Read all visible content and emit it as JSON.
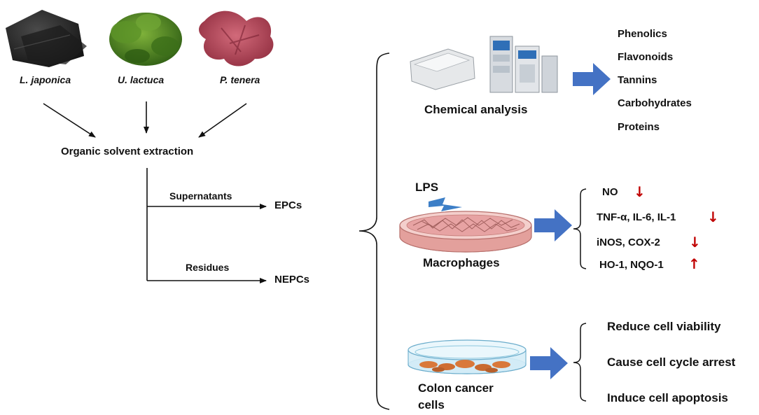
{
  "species": {
    "l_japonica": "L. japonica",
    "u_lactuca": "U. lactuca",
    "p_tenera": "P. tenera"
  },
  "extraction": {
    "label": "Organic solvent extraction",
    "supernatants": "Supernatants",
    "residues": "Residues",
    "epcs": "EPCs",
    "nepcs": "NEPCs"
  },
  "chemical": {
    "label": "Chemical analysis",
    "items": [
      "Phenolics",
      "Flavonoids",
      "Tannins",
      "Carbohydrates",
      "Proteins"
    ]
  },
  "macrophage": {
    "stimulus": "LPS",
    "label": "Macrophages",
    "effects": [
      {
        "text": "NO",
        "direction": "down"
      },
      {
        "text": "TNF-α, IL-6, IL-1",
        "direction": "down"
      },
      {
        "text": "iNOS, COX-2",
        "direction": "down"
      },
      {
        "text": "HO-1, NQO-1",
        "direction": "up"
      }
    ],
    "down_symbol": "↓",
    "up_symbol": "↑"
  },
  "colon": {
    "label_line1": "Colon cancer",
    "label_line2": "cells",
    "effects": [
      "Reduce cell viability",
      "Cause cell cycle arrest",
      "Induce cell apoptosis"
    ]
  },
  "colors": {
    "block_arrow": "#4472c4",
    "regulation_arrow": "#c00000",
    "lines": "#111111",
    "kelp": "#2b2b2b",
    "ulva": "#3f7a1e",
    "porphyra": "#b5485a",
    "dish_pink": "#e7a3a3",
    "dish_blue": "#9fd3ea",
    "cell_orange": "#d9783a",
    "lightning": "#3d7fc7"
  }
}
